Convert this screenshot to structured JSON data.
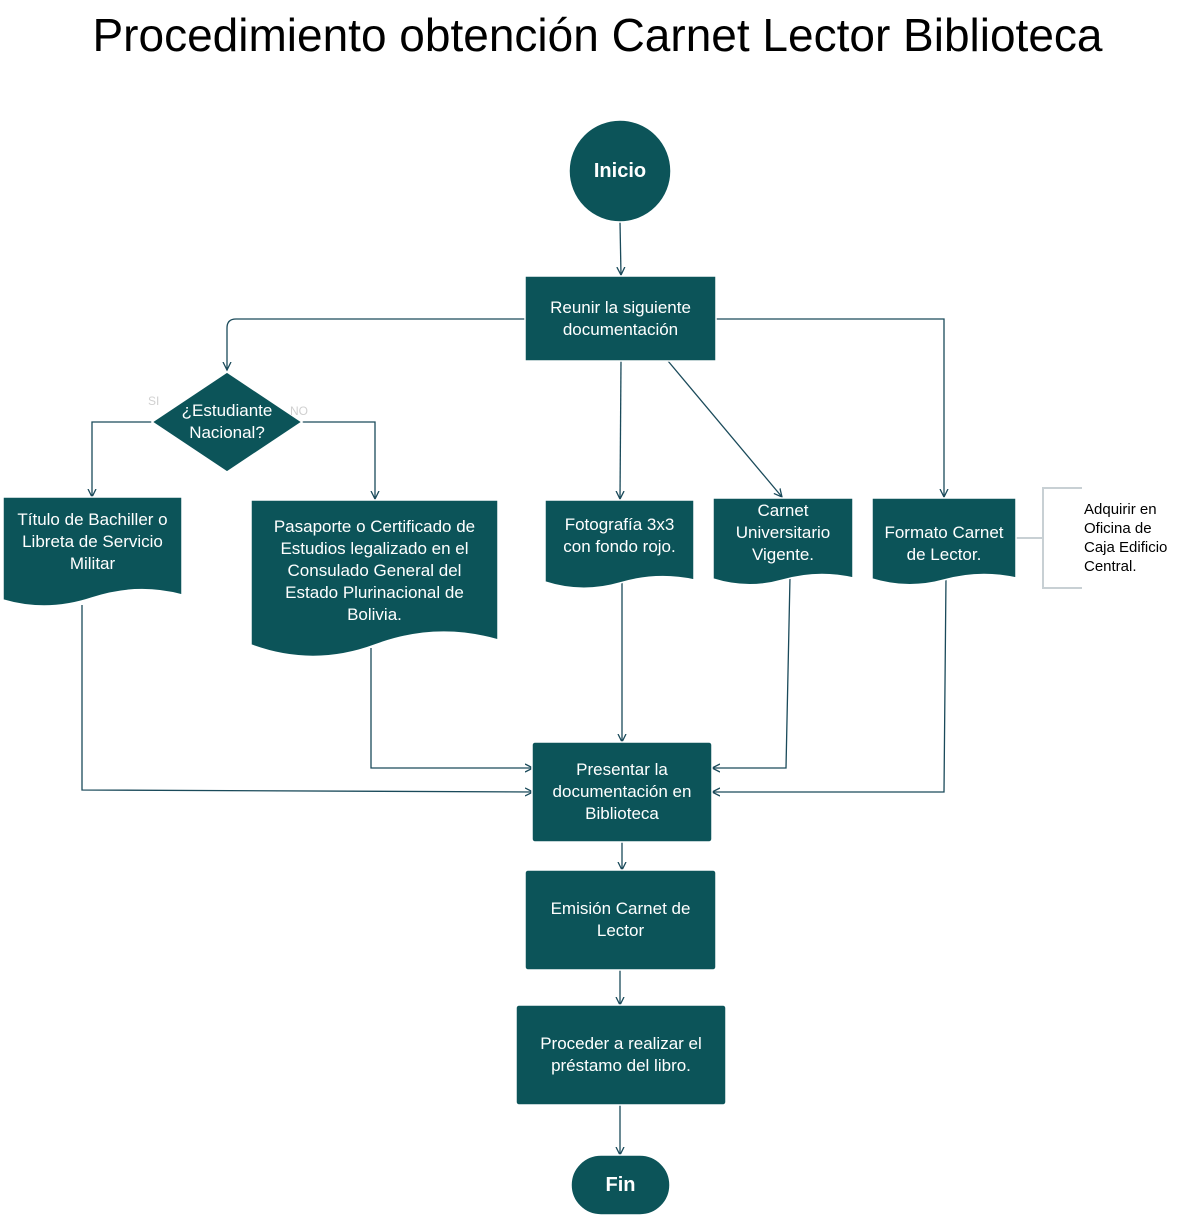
{
  "title": "Procedimiento obtención Carnet Lector Biblioteca",
  "nodes": {
    "inicio": "Inicio",
    "reunir": "Reunir la siguiente\ndocumentación",
    "decision": "¿Estudiante\nNacional?",
    "si": "SI",
    "no": "NO",
    "titulo": "Título de Bachiller o\nLibreta de Servicio\nMilitar",
    "pasaporte": "Pasaporte o Certificado de\nEstudios legalizado en el\nConsulado General del\nEstado Plurinacional de\nBolivia.",
    "foto": "Fotografía 3x3\ncon fondo rojo.",
    "carnet": "Carnet\nUniversitario\nVigente.",
    "formato": "Formato Carnet\nde Lector.",
    "nota": "Adquirir en\nOficina de\nCaja Edificio\nCentral.",
    "presentar": "Presentar la\ndocumentación en\nBiblioteca",
    "emision": "Emisión Carnet de\nLector",
    "proceder": "Proceder a realizar el\npréstamo del libro.",
    "fin": "Fin"
  },
  "colors": {
    "node_fill": "#0c5459",
    "edge": "#1a4a5a",
    "text": "#ffffff"
  }
}
